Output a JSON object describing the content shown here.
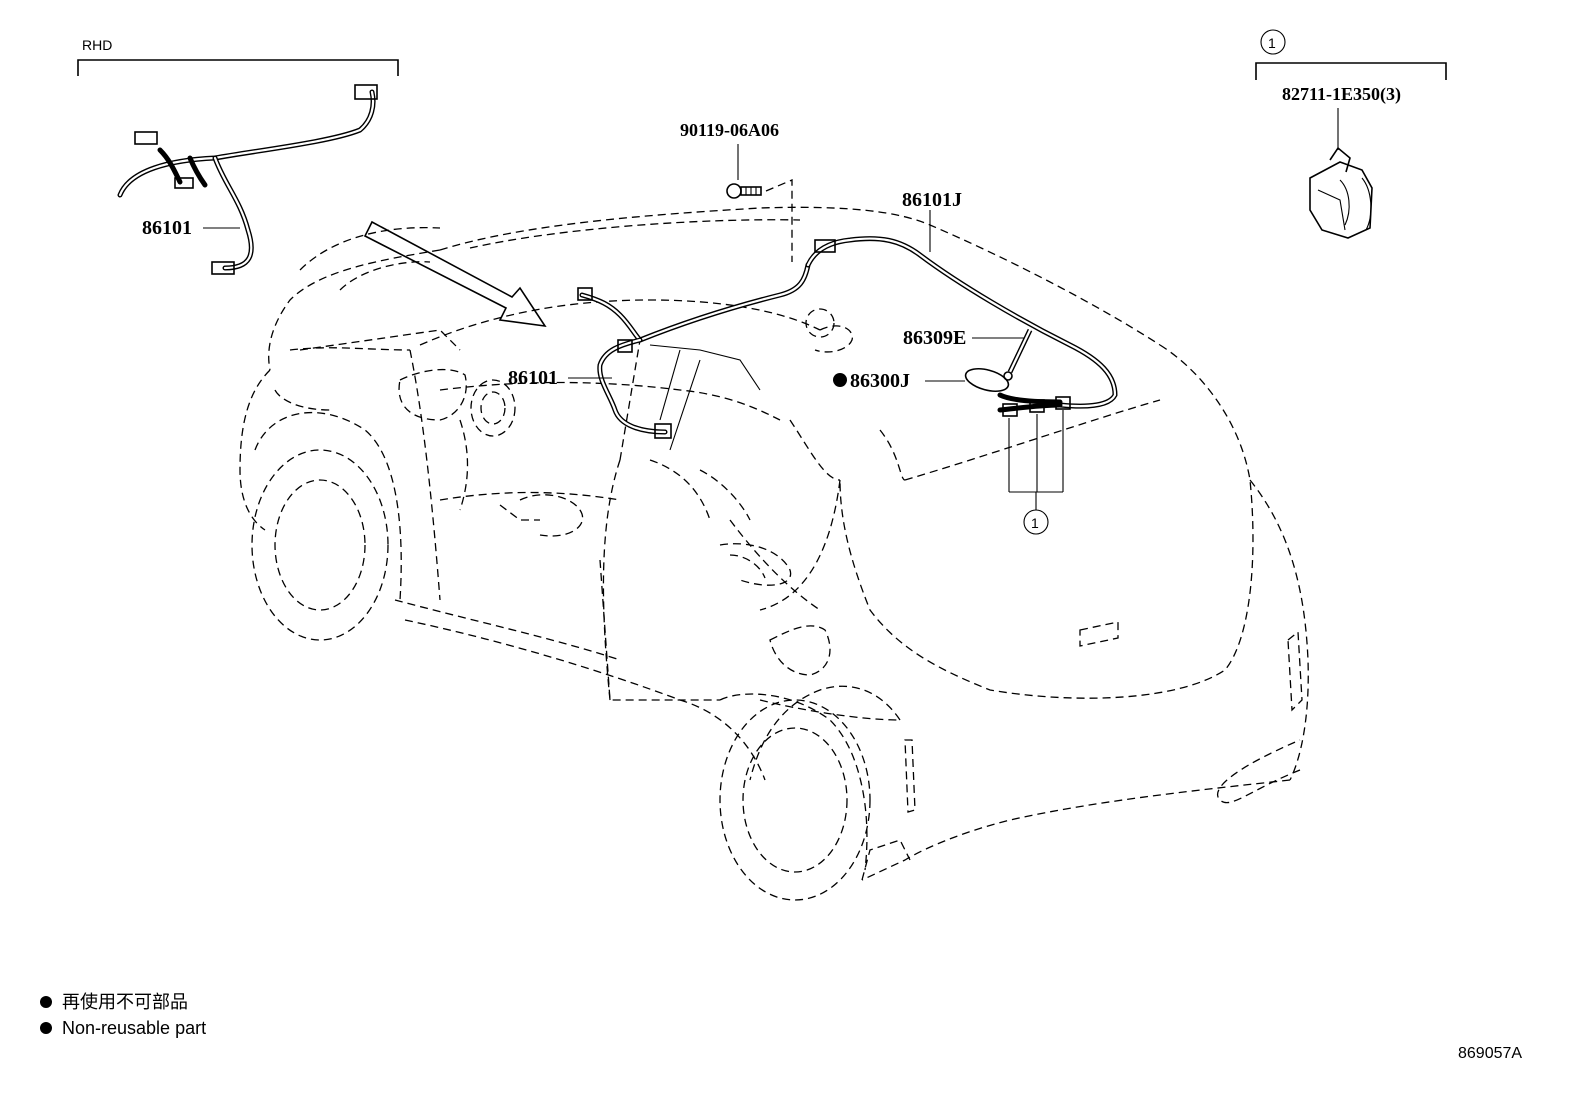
{
  "diagram": {
    "rhd_label": "RHD",
    "parts": {
      "harness_rhd": "86101",
      "harness_main": "86101",
      "harness_roof": "86101J",
      "screw": "90119-06A06",
      "antenna_rod": "86309E",
      "antenna_base": "86300J",
      "clamp": "82711-1E350(3)"
    },
    "callout_ref": "1",
    "callout_ref_bottom": "1",
    "legend": {
      "bullet_jp": "再使用不可部品",
      "bullet_en": "Non-reusable part"
    },
    "diagram_id": "869057A"
  }
}
